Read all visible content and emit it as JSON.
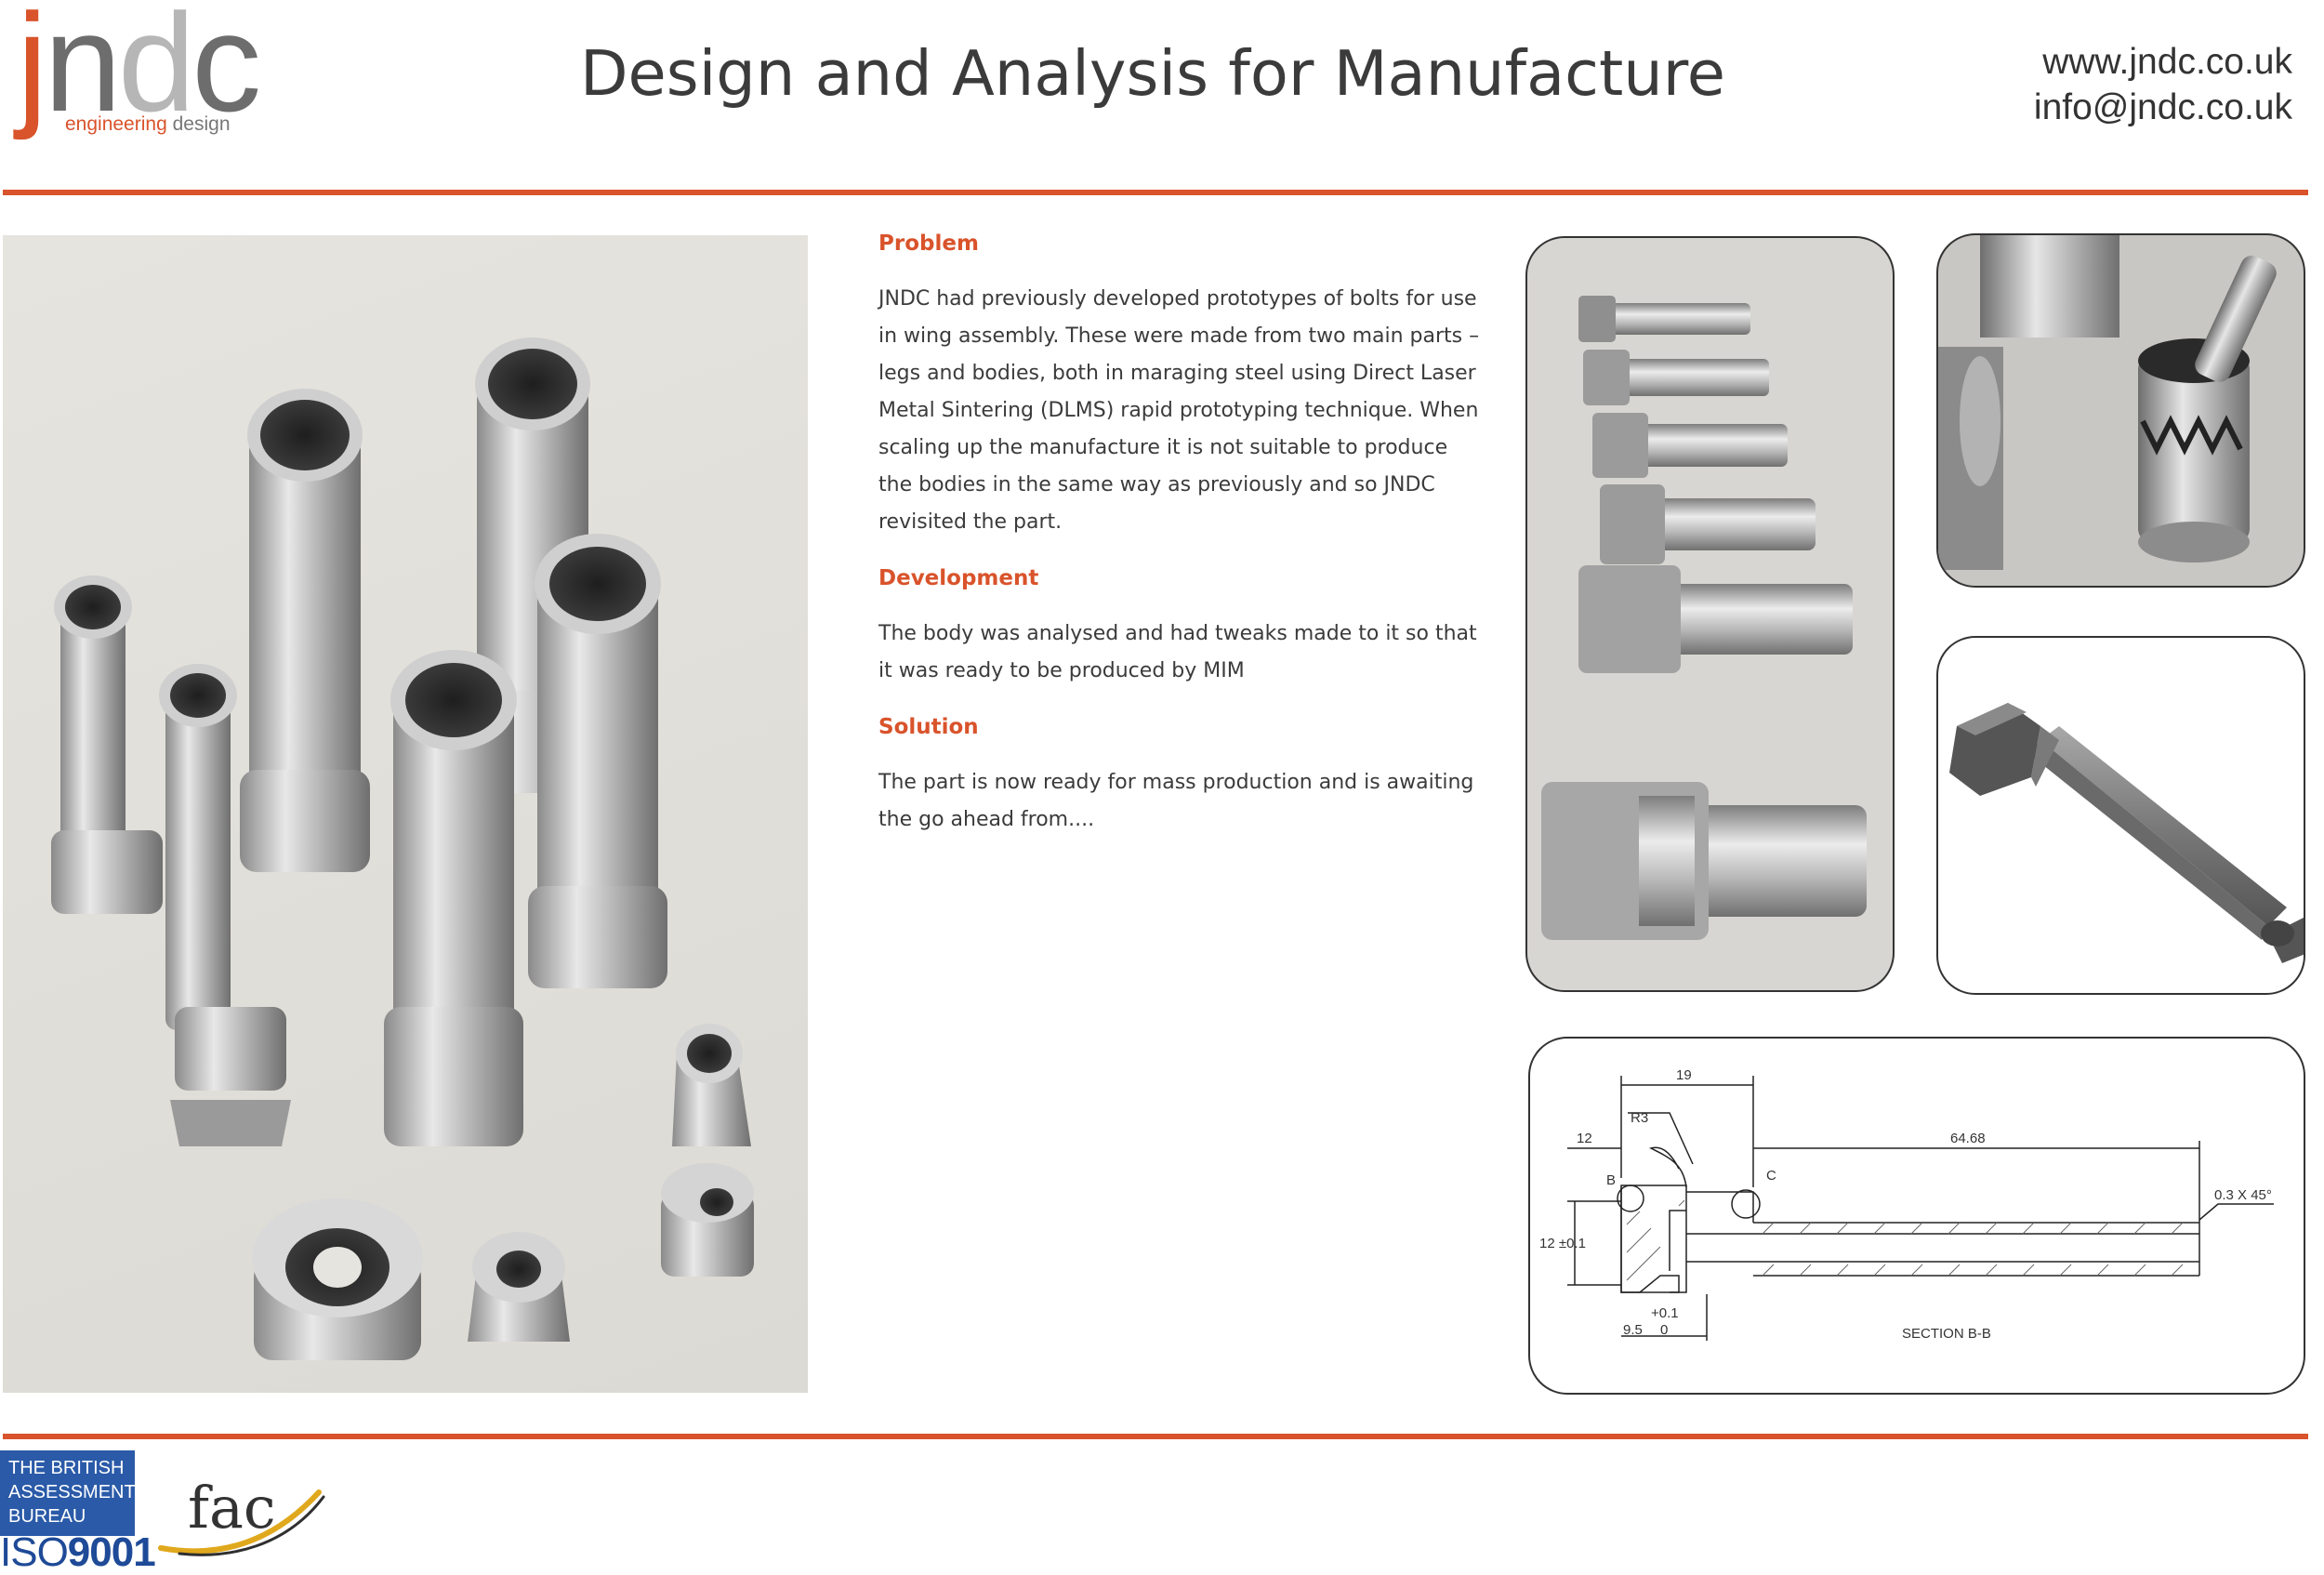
{
  "header": {
    "logo": {
      "j": "j",
      "n": "n",
      "d": "d",
      "c": "c",
      "tag_1": "engineering",
      "tag_2": "design"
    },
    "title": "Design and Analysis for Manufacture",
    "website": "www.jndc.co.uk",
    "email": "info@jndc.co.uk"
  },
  "colors": {
    "accent": "#d9532b",
    "iso_blue": "#2a5aa8"
  },
  "content": {
    "sections": [
      {
        "heading": "Problem",
        "body": "JNDC had previously developed prototypes of bolts for use in wing assembly. These were made from two main parts – legs and bodies, both in maraging steel using Direct Laser Metal Sintering (DLMS) rapid prototyping technique. When scaling up the manufacture it is not suitable to produce the bodies in the same way as previously and so JNDC revisited the part."
      },
      {
        "heading": "Development",
        "body": "The body was analysed and had tweaks made to it so that it was ready to be produced by MIM"
      },
      {
        "heading": "Solution",
        "body": "The part is now ready for mass production and is awaiting the go ahead from...."
      }
    ]
  },
  "drawing": {
    "dim_19": "19",
    "dim_r3": "R3",
    "dim_12": "12",
    "dim_6468": "64.68",
    "label_b": "B",
    "label_c": "C",
    "chamfer": "0.3  X 45°",
    "dim_12tol": "12 ±0.1",
    "tol_plus": "+0.1",
    "dim_95": "9.5",
    "tol_zero": "0",
    "section": "SECTION B-B"
  },
  "footer": {
    "iso_text": "THE BRITISH\nASSESSMENT\nBUREAU",
    "iso_prefix": "ISO",
    "iso_number": "9001",
    "fac": "fac"
  }
}
